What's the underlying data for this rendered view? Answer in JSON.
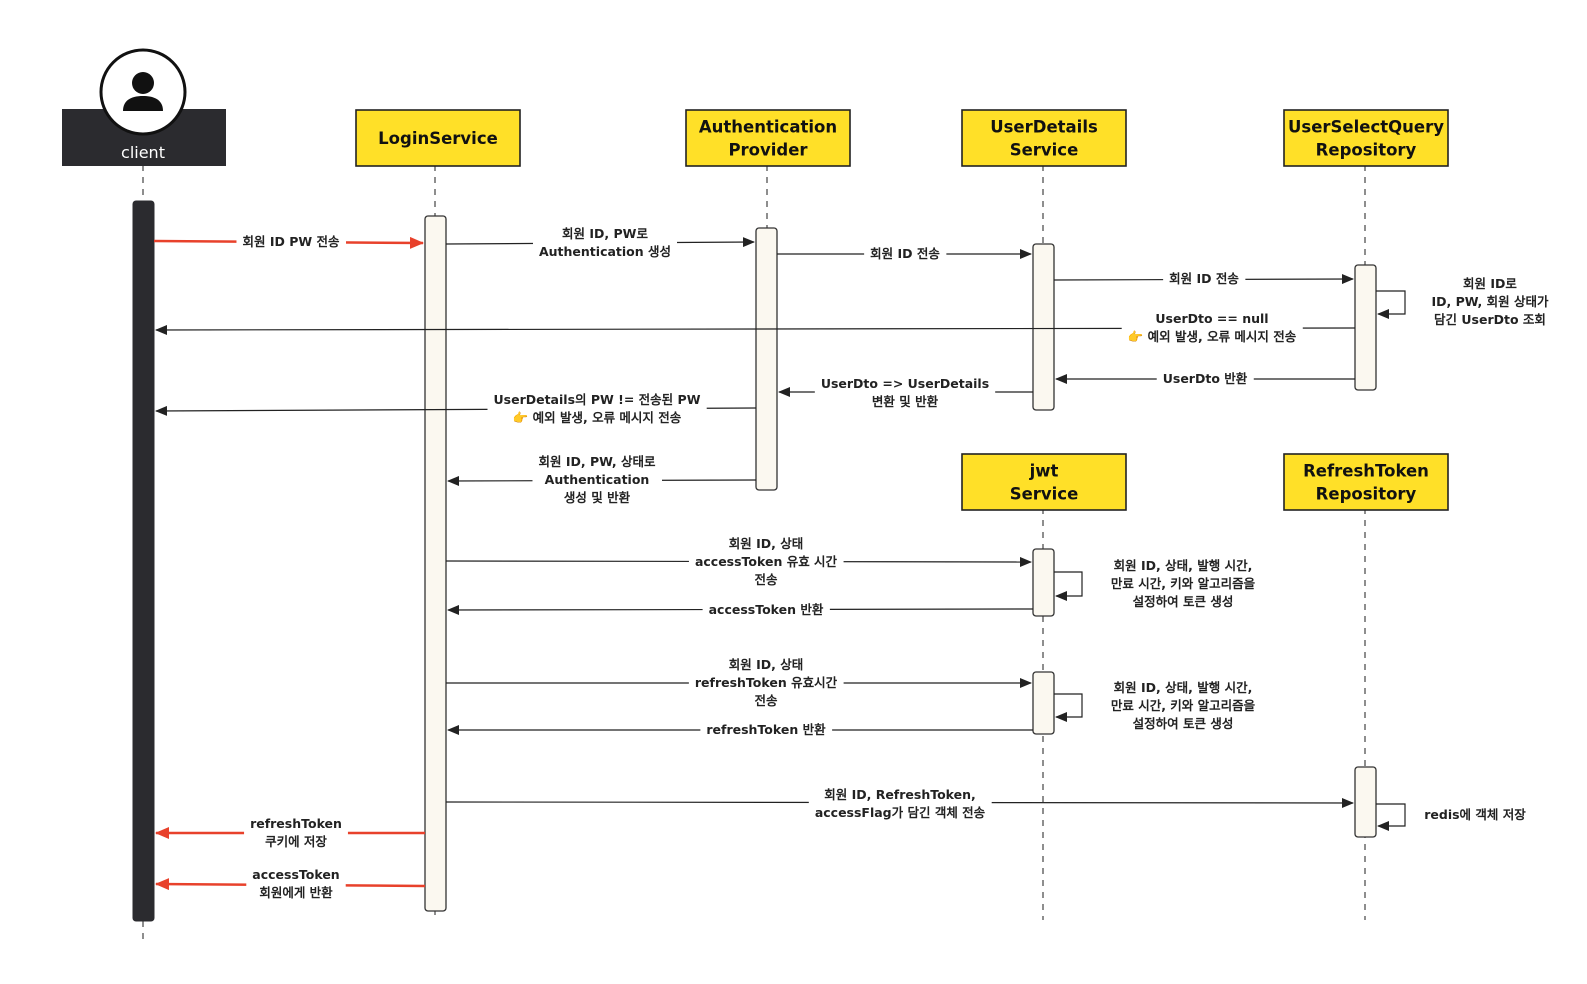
{
  "participants": {
    "client": {
      "label": "client"
    },
    "login": {
      "lines": [
        "LoginService"
      ]
    },
    "authprov": {
      "lines": [
        "Authentication",
        "Provider"
      ]
    },
    "uds": {
      "lines": [
        "UserDetails",
        "Service"
      ]
    },
    "usqr": {
      "lines": [
        "UserSelectQuery",
        "Repository"
      ]
    },
    "jwt": {
      "lines": [
        "jwt",
        "Service"
      ]
    },
    "rtr": {
      "lines": [
        "RefreshToken",
        "Repository"
      ]
    }
  },
  "messages": [
    {
      "id": "m1",
      "lines": [
        "회원 ID PW 전송"
      ]
    },
    {
      "id": "m2",
      "lines": [
        "회원 ID, PW로",
        "Authentication 생성"
      ]
    },
    {
      "id": "m3",
      "lines": [
        "회원 ID 전송"
      ]
    },
    {
      "id": "m4",
      "lines": [
        "회원 ID 전송"
      ]
    },
    {
      "id": "m5",
      "lines": [
        "회원 ID로",
        "ID, PW, 회원 상태가",
        "담긴 UserDto 조회"
      ]
    },
    {
      "id": "m6",
      "lines": [
        "UserDto == null",
        "👉 예외 발생, 오류 메시지 전송"
      ]
    },
    {
      "id": "m7",
      "lines": [
        "UserDto 반환"
      ]
    },
    {
      "id": "m8",
      "lines": [
        "UserDto => UserDetails",
        "변환 및 반환"
      ]
    },
    {
      "id": "m9",
      "lines": [
        "UserDetails의 PW != 전송된 PW",
        "👉 예외 발생, 오류 메시지 전송"
      ]
    },
    {
      "id": "m10",
      "lines": [
        "회원 ID, PW, 상태로",
        "Authentication",
        "생성 및 반환"
      ]
    },
    {
      "id": "m11",
      "lines": [
        "회원 ID, 상태",
        "accessToken 유효 시간",
        "전송"
      ]
    },
    {
      "id": "m12",
      "lines": [
        "회원 ID, 상태, 발행 시간,",
        "만료 시간, 키와 알고리즘을",
        "설정하여 토큰 생성"
      ]
    },
    {
      "id": "m13",
      "lines": [
        "accessToken 반환"
      ]
    },
    {
      "id": "m14",
      "lines": [
        "회원 ID, 상태",
        "refreshToken 유효시간",
        "전송"
      ]
    },
    {
      "id": "m15",
      "lines": [
        "회원 ID, 상태, 발행 시간,",
        "만료 시간, 키와 알고리즘을",
        "설정하여 토큰 생성"
      ]
    },
    {
      "id": "m16",
      "lines": [
        "refreshToken 반환"
      ]
    },
    {
      "id": "m17",
      "lines": [
        "회원 ID, RefreshToken,",
        "accessFlag가 담긴 객체 전송"
      ]
    },
    {
      "id": "m18",
      "lines": [
        "redis에 객체 저장"
      ]
    },
    {
      "id": "m19",
      "lines": [
        "refreshToken",
        "쿠키에 저장"
      ]
    },
    {
      "id": "m20",
      "lines": [
        "accessToken",
        "회원에게 반환"
      ]
    }
  ],
  "colors": {
    "header_fill": "#FFE028",
    "client_fill": "#2B2B2F",
    "activation_fill": "#FBF8F0",
    "highlight_arrow": "#E8412B"
  }
}
